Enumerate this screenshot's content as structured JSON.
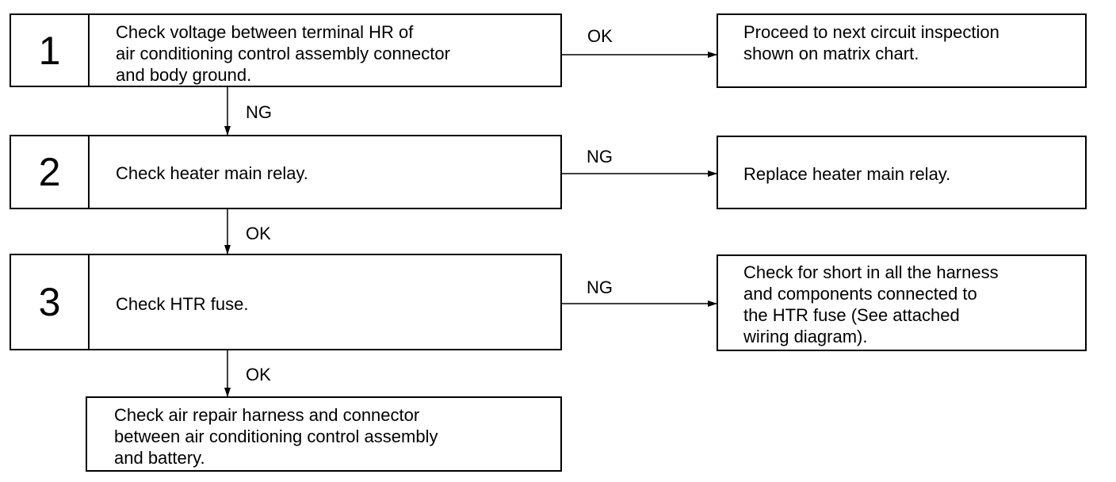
{
  "steps": [
    {
      "number": "1",
      "text": "Check voltage between terminal HR of\nair conditioning control assembly connector\nand body ground."
    },
    {
      "number": "2",
      "text": "Check heater main relay."
    },
    {
      "number": "3",
      "text": "Check HTR fuse."
    }
  ],
  "results": [
    {
      "text": "Proceed to next circuit inspection\nshown on matrix chart."
    },
    {
      "text": "Replace heater main relay."
    },
    {
      "text": "Check for short in all the harness\nand components connected to\nthe HTR fuse (See attached\nwiring diagram)."
    }
  ],
  "final": {
    "text": "Check air repair harness and connector\nbetween air conditioning control assembly\nand battery."
  },
  "labels": {
    "step1_right": "OK",
    "step1_down": "NG",
    "step2_right": "NG",
    "step2_down": "OK",
    "step3_right": "NG",
    "step3_down": "OK"
  }
}
